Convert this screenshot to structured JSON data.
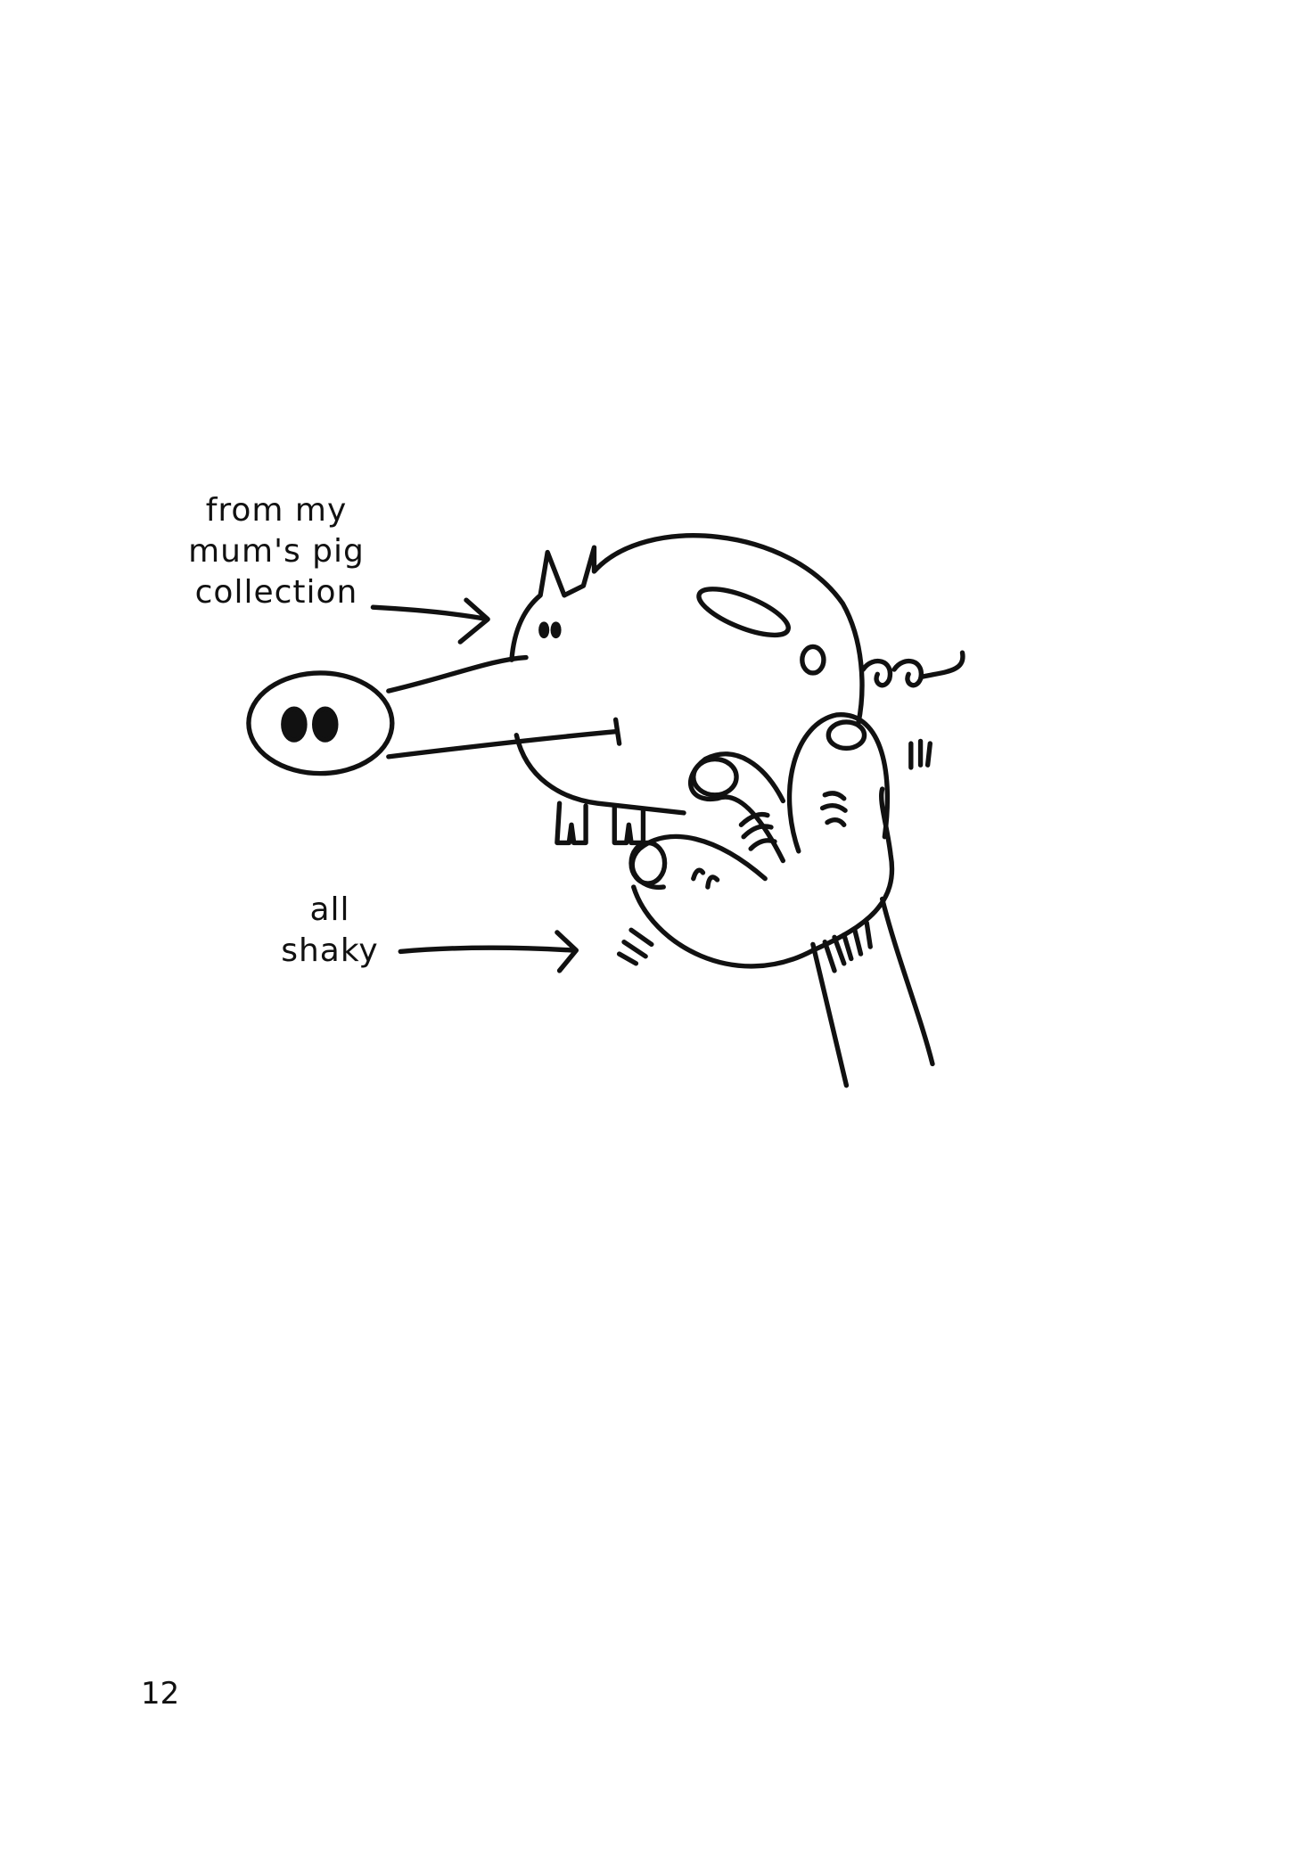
{
  "illustration": {
    "label_top": [
      "from my",
      "mum's pig",
      "collection"
    ],
    "label_bottom": [
      "all",
      "shaky"
    ]
  },
  "page_number": "12",
  "colors": {
    "ink": "#111111",
    "paper": "#ffffff"
  }
}
